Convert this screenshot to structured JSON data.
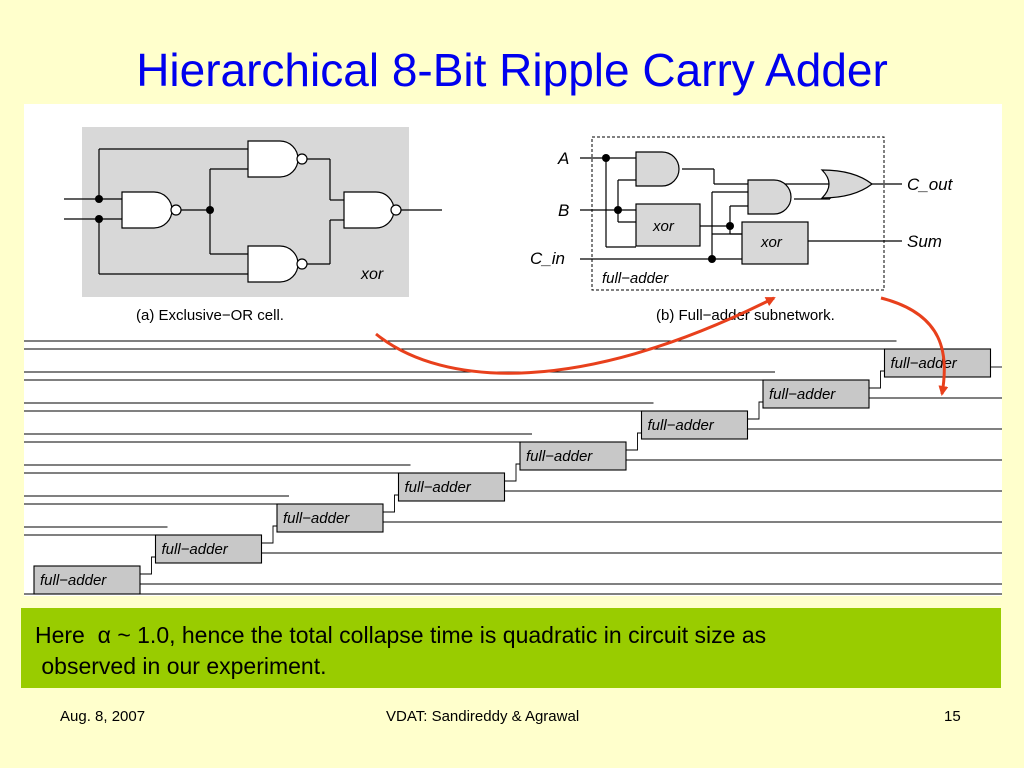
{
  "slide": {
    "title": "Hierarchical 8-Bit Ripple Carry Adder"
  },
  "figure": {
    "xor_cell": {
      "cell_label": "xor",
      "caption": "(a) Exclusive−OR cell."
    },
    "full_adder": {
      "port_a": "A",
      "port_b": "B",
      "port_c_in": "C_in",
      "port_c_out": "C_out",
      "port_sum": "Sum",
      "xor_block_1": "xor",
      "xor_block_2": "xor",
      "cell_label": "full−adder",
      "caption": "(b) Full−adder subnetwork."
    },
    "ripple_chain": {
      "blocks": [
        "full−adder",
        "full−adder",
        "full−adder",
        "full−adder",
        "full−adder",
        "full−adder",
        "full−adder",
        "full−adder"
      ]
    },
    "colors": {
      "arrow": "#e8401c",
      "cell_background": "#d8d8d8",
      "block_fill": "#c8c8c8"
    }
  },
  "note": {
    "line1": "Here  α ~ 1.0, hence the total collapse time is quadratic in circuit size as",
    "line2": " observed in our experiment."
  },
  "footer": {
    "date": "Aug. 8, 2007",
    "venue": "VDAT: Sandireddy & Agrawal",
    "page_number": "15"
  }
}
